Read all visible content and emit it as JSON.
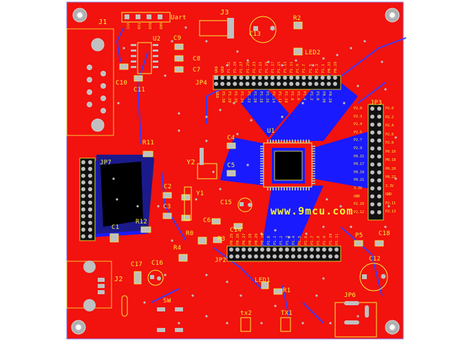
{
  "board": {
    "website": "www.9mcu.com",
    "colors": {
      "copper_top": "#f2120e",
      "copper_bottom": "#1a1aff",
      "silk": "#f4f43a",
      "pad": "#c0c0c0",
      "background": "#ffffff"
    }
  },
  "designators": {
    "J1": "J1",
    "J2": "J2",
    "J3": "J3",
    "JP4": "JP4",
    "JP3": "JP3",
    "JP7": "JP7",
    "JP2": "JP2",
    "JP6": "JP6",
    "U1": "U1",
    "U2": "U2",
    "Y1": "Y1",
    "Y2": "Y2",
    "C1": "C1",
    "C2": "C2",
    "C3": "C3",
    "C4": "C4",
    "C5": "C5",
    "C6": "C6",
    "C7": "C7",
    "C8": "C8",
    "C9": "C9",
    "C10": "C10",
    "C11": "C11",
    "C12": "C12",
    "C13": "C13",
    "C14": "C14",
    "C15": "C15",
    "C16": "C16",
    "C17": "C17",
    "C18": "C18",
    "R0": "R0",
    "R1": "R1",
    "R2": "R2",
    "R3": "R3",
    "R4": "R4",
    "R11": "R11",
    "R12": "R12",
    "P5": "P5",
    "LED1": "LED1",
    "LED2": "LED2",
    "SW": "SW",
    "TX1": "TX1",
    "TX2": "tx2",
    "uart": "Uart"
  },
  "jp3_pins": [
    "P2.0",
    "P2.3",
    "P2.4",
    "P2.5",
    "P2.7",
    "P2.9",
    "P0.15",
    "P0.17",
    "P0.19",
    "P0.21",
    "3.3V",
    "GND",
    "P2.10",
    "P2.12"
  ],
  "jp3_pins_right": [
    "P2.0",
    "P2.2",
    "P2.4",
    "P2.6",
    "P2.8",
    "P0.16",
    "P0.18",
    "P0.20",
    "P0.22",
    "3.3V",
    "GND",
    "P2.11",
    "P2.13"
  ],
  "jp4_pins_top": [
    "GND",
    "GND",
    "P1.31",
    "P1.29",
    "P1.27",
    "P1.25",
    "P1.23",
    "P1.21",
    "P1.19",
    "P1.17",
    "P1.15",
    "P1.13",
    "P1.11",
    "P1.9",
    "P1.7",
    "P1.5",
    "P1.3",
    "P1.1",
    "P0.31",
    "P0.29"
  ],
  "jp4_pins_bottom": [
    "GND",
    "P1.30",
    "P1.28",
    "P1.26",
    "P1.24",
    "P1.22",
    "P1.20",
    "P1.18",
    "P1.16",
    "P1.14",
    "P1.12",
    "P1.10",
    "P1.8",
    "P1.6",
    "P1.4",
    "P1.2",
    "P1.0",
    "P0.30",
    "P0.28"
  ],
  "jp2_pins_top": [
    "P0.25",
    "P0.26",
    "P0.27",
    "P0.28",
    "P0.29",
    "P0.30",
    "P1.0",
    "P1.1",
    "P1.2",
    "P1.3",
    "P1.4",
    "P1.5",
    "P1.6",
    "P1.7",
    "P1.8",
    "P1.9",
    "P1.10",
    "P1.11",
    "P1.12",
    "P1.13"
  ],
  "uart_pins": [
    "VCC",
    "TXD",
    "RXD",
    "GND"
  ]
}
